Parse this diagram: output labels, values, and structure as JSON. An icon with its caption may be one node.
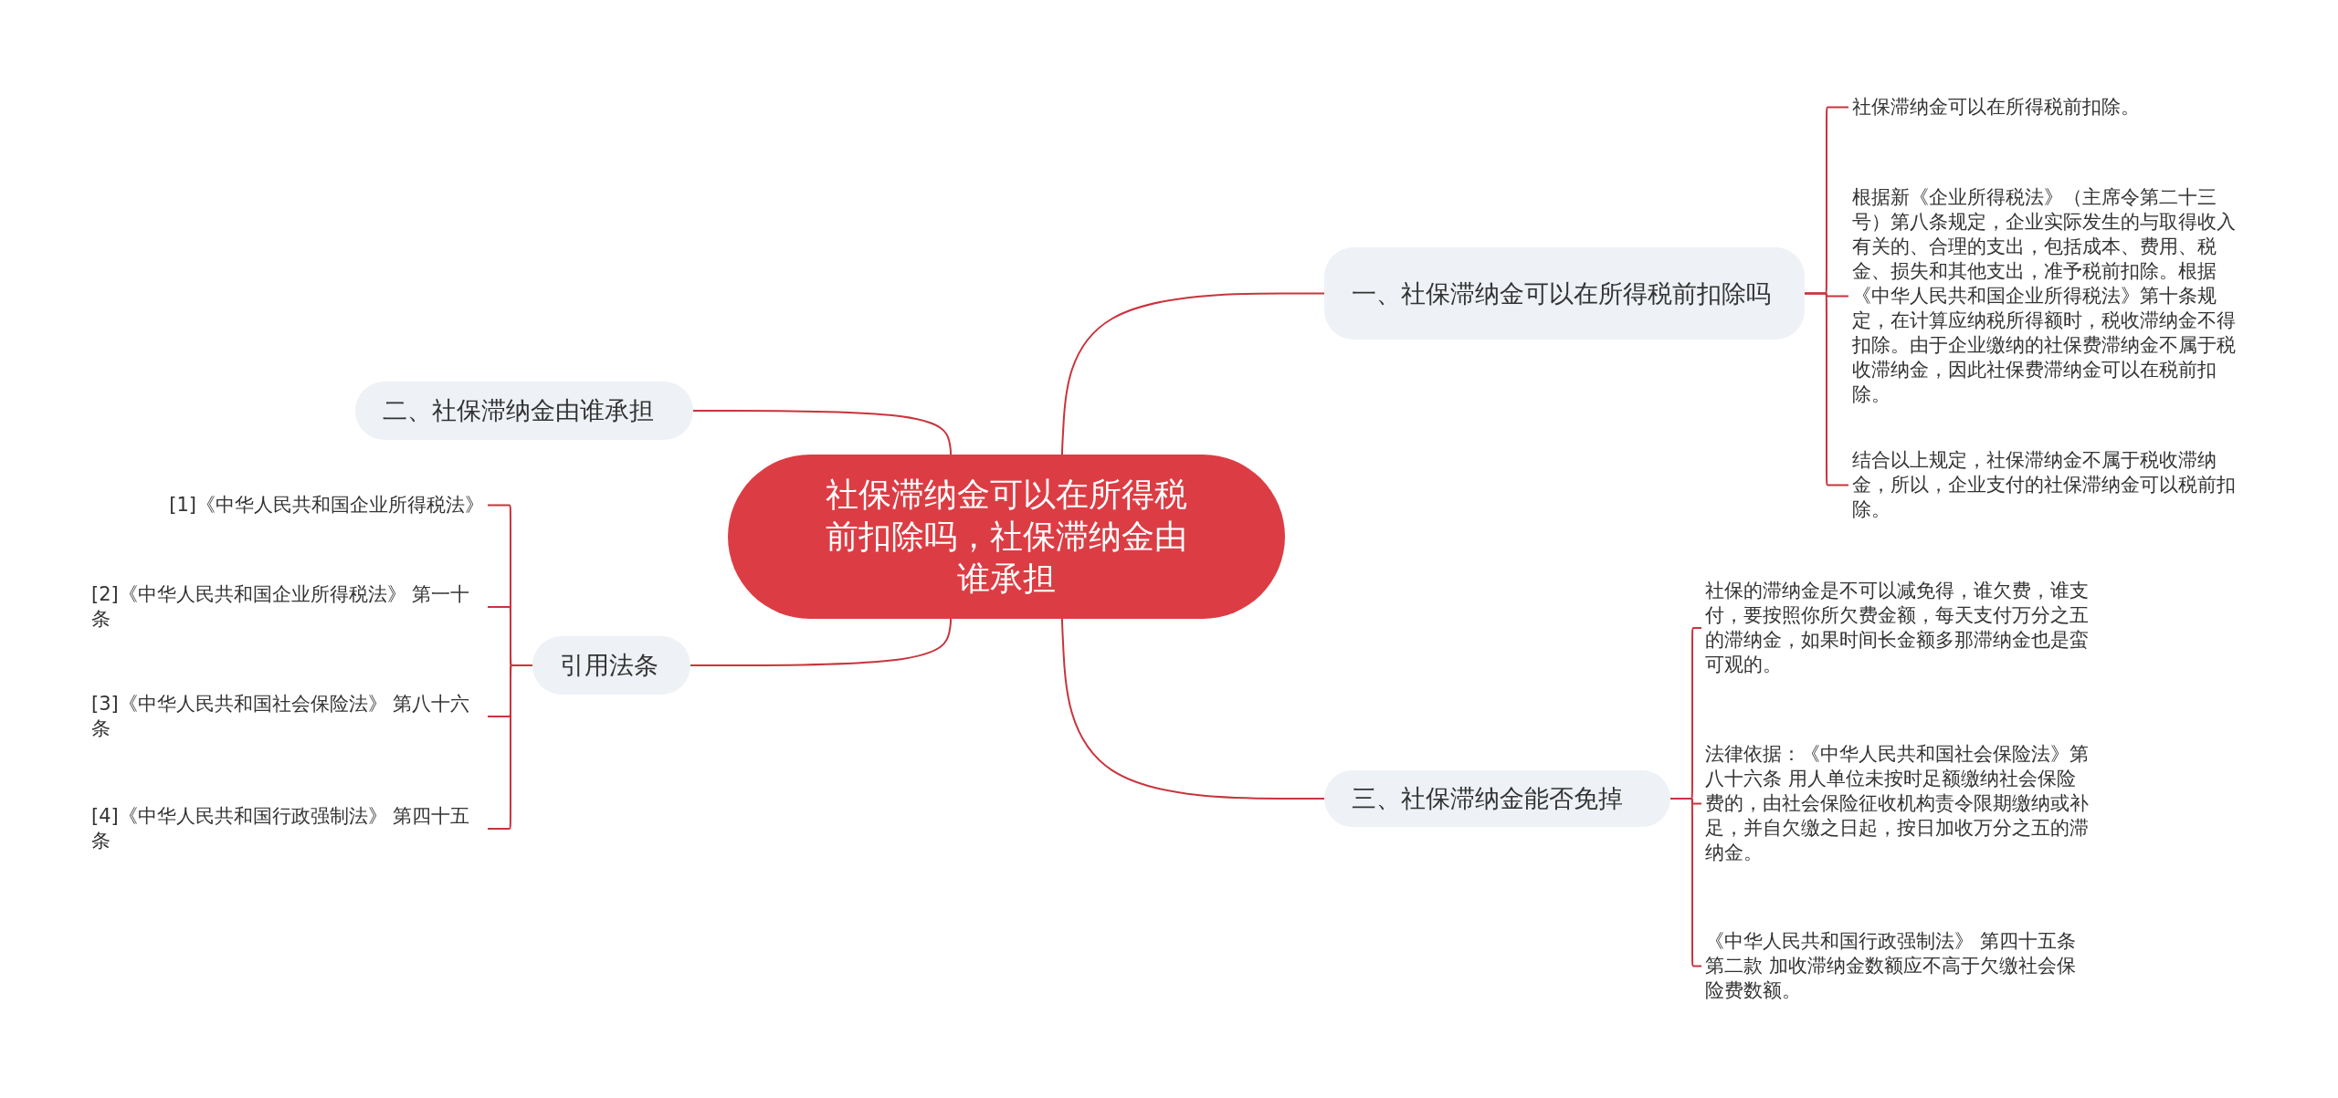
{
  "diagram": {
    "nodes": [
      {
        "text": [
          "社保滞纳金可以在所得税前扣除吗，社保滞纳金由谁承担"
        ]
      },
      {
        "text": [
          "一、社保滞纳金可以在所得税前扣除吗"
        ]
      },
      {
        "text": [
          "社保滞纳金可以在所得税前扣除。"
        ]
      },
      {
        "text": [
          "根据新《企业所得税法》（主席令第二十三号）第八条规定，企业实际发生的与取得收入有关的、合理的支出，包括成本、费用、税金、损失和其他支出，准予税前扣除。根据《中华人民共和国企业所得税法》第十条规定，在计算应纳税所得额时，税收滞纳金不得扣除。由于企业缴纳的社保费滞纳金不属于税收滞纳金，因此社保费滞纳金可以在税前扣除。"
        ]
      },
      {
        "text": [
          "结合以上规定，社保滞纳金不属于税收滞纳金，所以，企业支付的社保滞纳金可以税前扣除。"
        ]
      },
      {
        "text": [
          "二、社保滞纳金由谁承担"
        ]
      },
      {
        "text": [
          "引用法条"
        ]
      },
      {
        "text": [
          "[1]《中华人民共和国企业所得税法》"
        ]
      },
      {
        "text": [
          "[2]《中华人民共和国企业所得税法》 第一十条"
        ]
      },
      {
        "text": [
          "[3]《中华人民共和国社会保险法》 第八十六条"
        ]
      },
      {
        "text": [
          "[4]《中华人民共和国行政强制法》 第四十五条"
        ]
      },
      {
        "text": [
          "三、社保滞纳金能否免掉"
        ]
      },
      {
        "text": [
          "社保的滞纳金是不可以减免得，谁欠费，谁支付，要按照你所欠费金额，每天支付万分之五的滞纳金，如果时间长金额多那滞纳金也是蛮可观的。"
        ]
      },
      {
        "text": [
          "法律依据：《中华人民共和国社会保险法》第八十六条 用人单位未按时足额缴纳社会保险费的，由社会保险征收机构责令限期缴纳或补足，并自欠缴之日起，按日加收万分之五的滞纳金。"
        ]
      },
      {
        "text": [
          "《中华人民共和国行政强制法》 第四十五条第二款 加收滞纳金数额应不高于欠缴社会保险费数额。"
        ]
      }
    ],
    "edges": [
      {
        "from": 0,
        "to": 1,
        "arrow": "none"
      },
      {
        "from": 1,
        "to": 2,
        "arrow": "none"
      },
      {
        "from": 1,
        "to": 3,
        "arrow": "none"
      },
      {
        "from": 1,
        "to": 4,
        "arrow": "none"
      },
      {
        "from": 0,
        "to": 5,
        "arrow": "none"
      },
      {
        "from": 0,
        "to": 6,
        "arrow": "none"
      },
      {
        "from": 6,
        "to": 7,
        "arrow": "none"
      },
      {
        "from": 6,
        "to": 8,
        "arrow": "none"
      },
      {
        "from": 6,
        "to": 9,
        "arrow": "none"
      },
      {
        "from": 6,
        "to": 10,
        "arrow": "none"
      },
      {
        "from": 0,
        "to": 11,
        "arrow": "none"
      },
      {
        "from": 11,
        "to": 12,
        "arrow": "none"
      },
      {
        "from": 11,
        "to": 13,
        "arrow": "none"
      },
      {
        "from": 11,
        "to": 14,
        "arrow": "none"
      }
    ]
  }
}
